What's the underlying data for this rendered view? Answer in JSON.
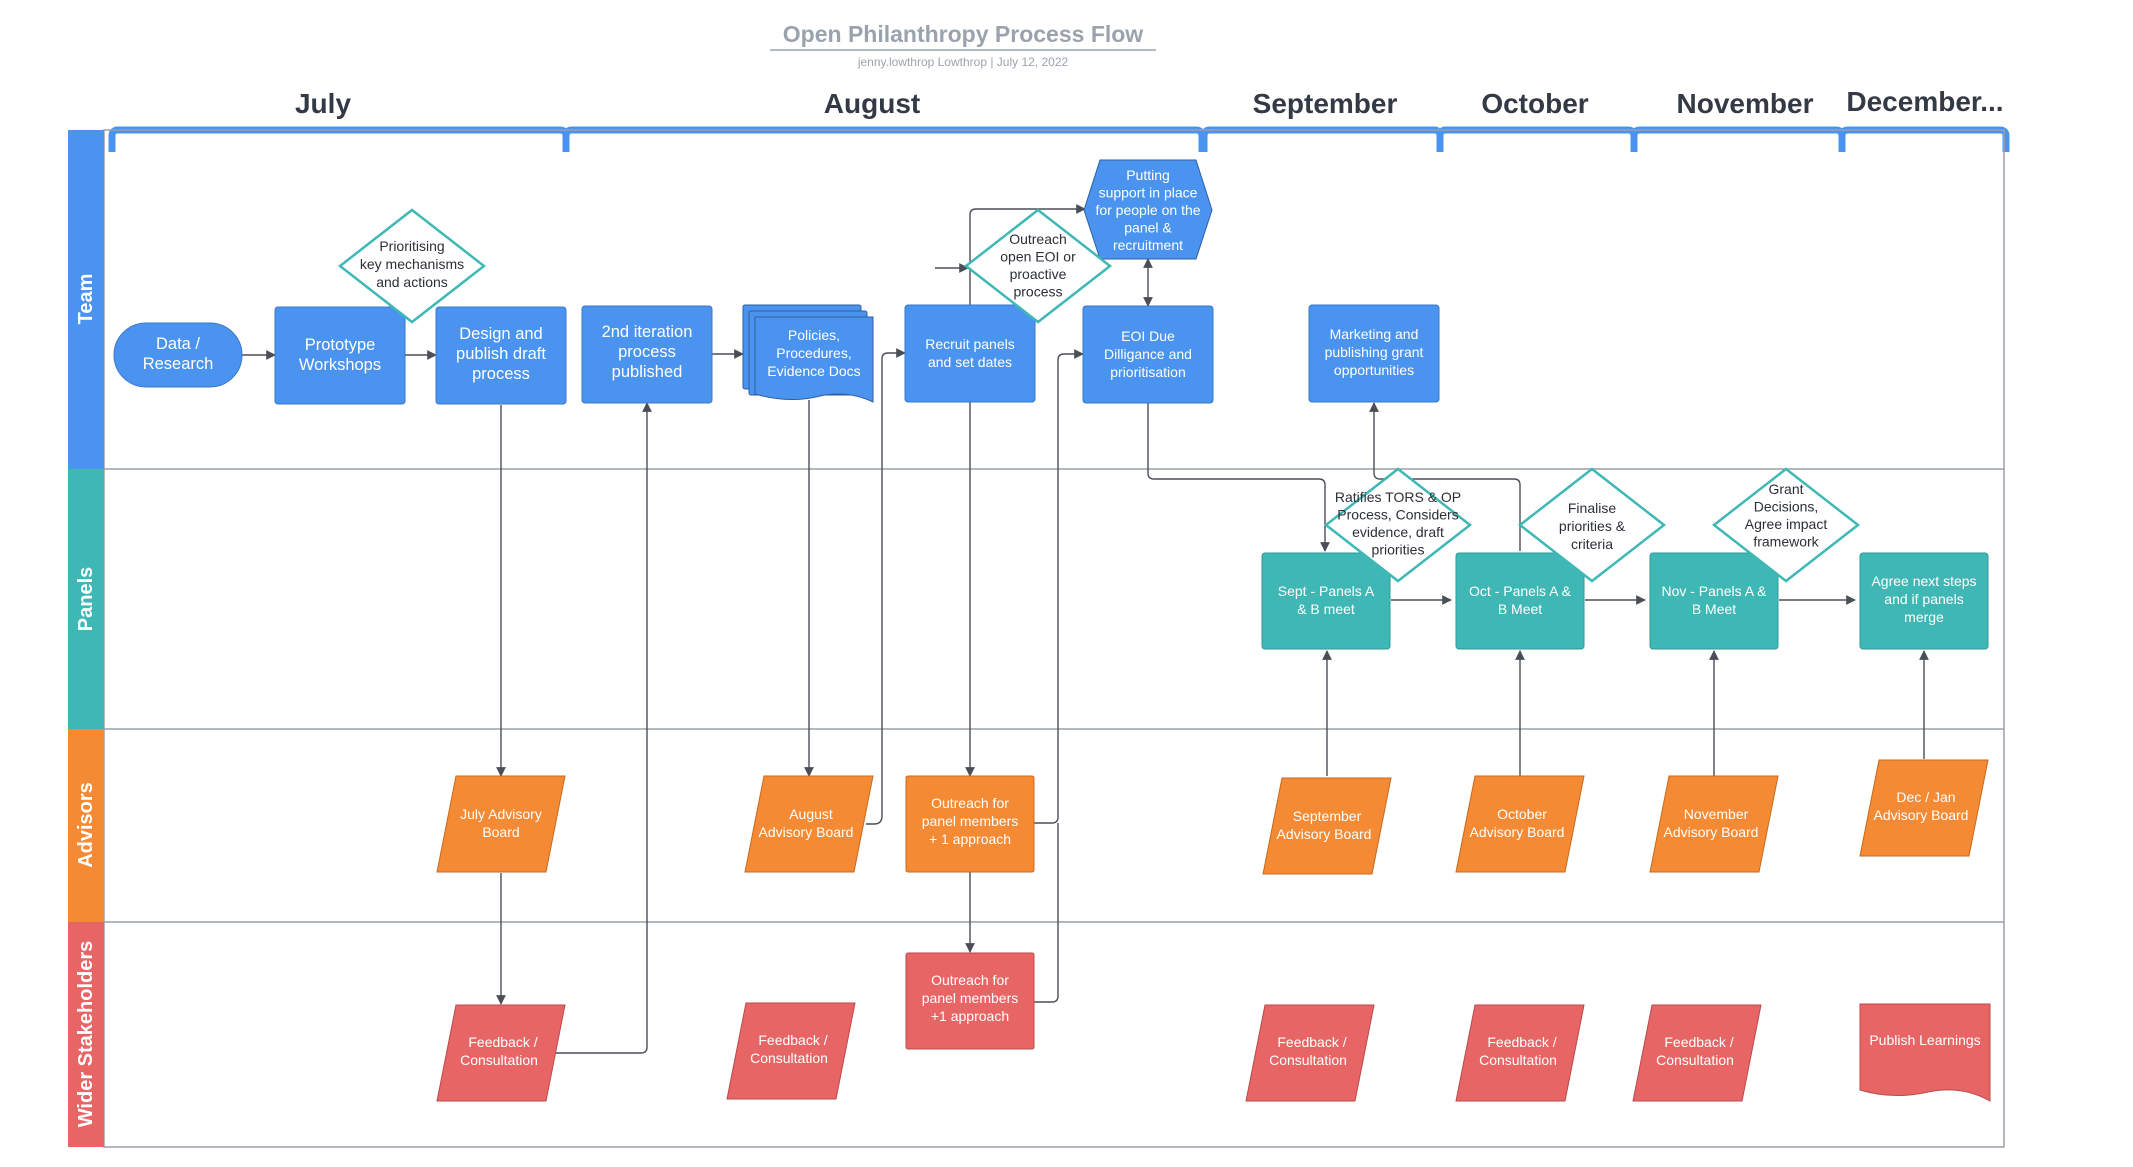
{
  "document": {
    "title": "Open Philanthropy Process Flow",
    "subtitle": "jenny.lowthrop Lowthrop  |  July 12, 2022"
  },
  "months": [
    "July",
    "August",
    "September",
    "October",
    "November",
    "December..."
  ],
  "lanes": {
    "team": "Team",
    "panels": "Panels",
    "advisors": "Advisors",
    "wider": "Wider Stakeholders"
  },
  "colors": {
    "team": "#4a94f0",
    "panels": "#3fb8b5",
    "advisors": "#f58a34",
    "wider": "#e86566",
    "bracket": "#4a94f0",
    "connector": "#4a4f57"
  },
  "nodes": {
    "data_research": [
      "Data /",
      "Research"
    ],
    "prototype_workshops": [
      "Prototype",
      "Workshops"
    ],
    "design_publish": [
      "Design and",
      "publish draft",
      "process"
    ],
    "second_iteration": [
      "2nd iteration",
      "process",
      "published"
    ],
    "policies_docs": [
      "Policies,",
      "Procedures,",
      "Evidence Docs"
    ],
    "recruit_panels": [
      "Recruit panels",
      "and set dates"
    ],
    "putting_support": [
      "Putting",
      "support in place",
      "for people on the",
      "panel &",
      "recruitment"
    ],
    "eoi_due": [
      "EOI Due",
      "Dilligance and",
      "prioritisation"
    ],
    "marketing": [
      "Marketing and",
      "publishing grant",
      "opportunities"
    ],
    "prioritising": [
      "Prioritising",
      "key mechanisms",
      "and actions"
    ],
    "outreach_eoi": [
      "Outreach",
      "open EOI or",
      "proactive",
      "process"
    ],
    "ratifies": [
      "Ratifies TORS & OP",
      "Process, Considers",
      "evidence, draft",
      "priorities"
    ],
    "finalise": [
      "Finalise",
      "priorities &",
      "criteria"
    ],
    "grant_decisions": [
      "Grant",
      "Decisions,",
      "Agree impact",
      "framework"
    ],
    "sept_panels": [
      "Sept  - Panels A",
      "& B meet"
    ],
    "oct_panels": [
      "Oct - Panels A &",
      "B Meet"
    ],
    "nov_panels": [
      "Nov - Panels A &",
      "B Meet"
    ],
    "agree_next": [
      "Agree next steps",
      "and if panels",
      "merge"
    ],
    "july_board": [
      "July Advisory",
      "Board"
    ],
    "august_board": [
      "August",
      "Advisory Board"
    ],
    "outreach_adv": [
      "Outreach for",
      "panel members",
      "+ 1 approach"
    ],
    "sept_board": [
      "September",
      "Advisory Board"
    ],
    "oct_board": [
      "October",
      "Advisory Board"
    ],
    "nov_board": [
      "November",
      "Advisory Board"
    ],
    "dec_board": [
      "Dec / Jan",
      "Advisory Board"
    ],
    "feedback_1": [
      "Feedback /",
      "Consultation"
    ],
    "feedback_2": [
      "Feedback /",
      "Consultation"
    ],
    "outreach_wider": [
      "Outreach for",
      "panel members",
      "+1 approach"
    ],
    "feedback_3": [
      "Feedback /",
      "Consultation"
    ],
    "feedback_4": [
      "Feedback /",
      "Consultation"
    ],
    "feedback_5": [
      "Feedback /",
      "Consultation"
    ],
    "publish_learnings": [
      "Publish Learnings"
    ]
  }
}
